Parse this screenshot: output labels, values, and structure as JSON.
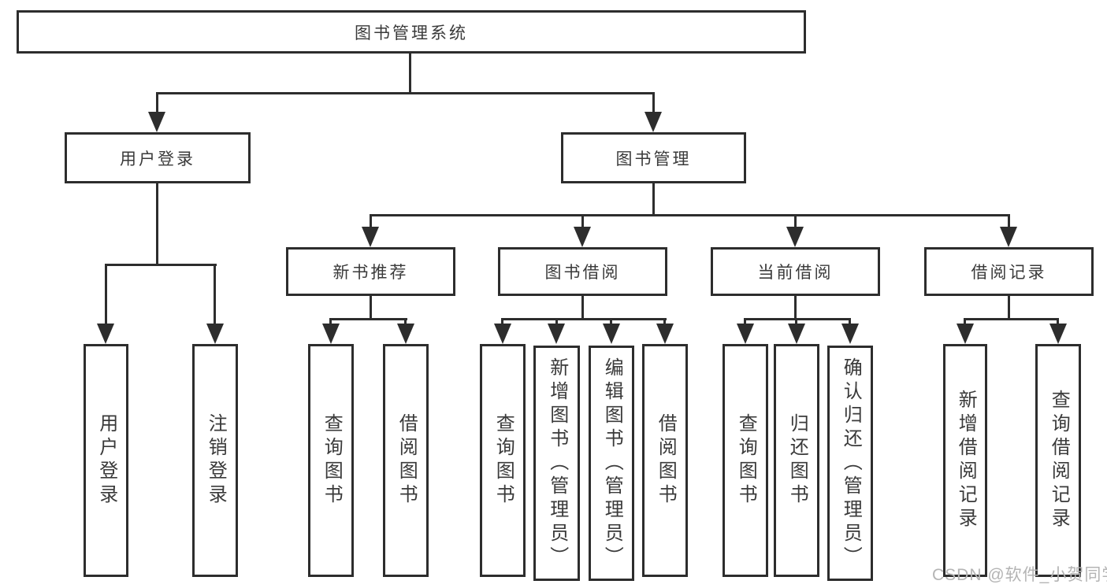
{
  "diagram": {
    "title": "图书管理系统",
    "nodes": {
      "root": "图书管理系统",
      "user_login": "用户登录",
      "book_management": "图书管理",
      "new_book_recommend": "新书推荐",
      "book_borrow": "图书借阅",
      "current_borrow": "当前借阅",
      "borrow_records": "借阅记录",
      "leaf_user_login": "用户登录",
      "leaf_logout": "注销登录",
      "leaf_query_books_a": "查询图书",
      "leaf_borrow_books_a": "借阅图书",
      "leaf_query_books_b": "查询图书",
      "leaf_add_book_admin": "新增图书（管理员）",
      "leaf_edit_book_admin": "编辑图书（管理员）",
      "leaf_borrow_books_b": "借阅图书",
      "leaf_query_books_c": "查询图书",
      "leaf_return_books": "归还图书",
      "leaf_confirm_return_admin": "确认归还（管理员）",
      "leaf_add_borrow_record": "新增借阅记录",
      "leaf_query_borrow_record": "查询借阅记录"
    },
    "hierarchy": [
      {
        "parent": "图书管理系统",
        "children": [
          "用户登录",
          "图书管理"
        ]
      },
      {
        "parent": "用户登录",
        "children": [
          "用户登录",
          "注销登录"
        ]
      },
      {
        "parent": "图书管理",
        "children": [
          "新书推荐",
          "图书借阅",
          "当前借阅",
          "借阅记录"
        ]
      },
      {
        "parent": "新书推荐",
        "children": [
          "查询图书",
          "借阅图书"
        ]
      },
      {
        "parent": "图书借阅",
        "children": [
          "查询图书",
          "新增图书（管理员）",
          "编辑图书（管理员）",
          "借阅图书"
        ]
      },
      {
        "parent": "当前借阅",
        "children": [
          "查询图书",
          "归还图书",
          "确认归还（管理员）"
        ]
      },
      {
        "parent": "借阅记录",
        "children": [
          "新增借阅记录",
          "查询借阅记录"
        ]
      }
    ],
    "colors": {
      "line": "#2d2d2d",
      "box_border": "#2d2d2d",
      "text": "#3a3a3a",
      "watermark": "#b4b4b4",
      "background": "#ffffff"
    }
  },
  "watermark": {
    "text": "CSDN @软件_小贺同学"
  }
}
